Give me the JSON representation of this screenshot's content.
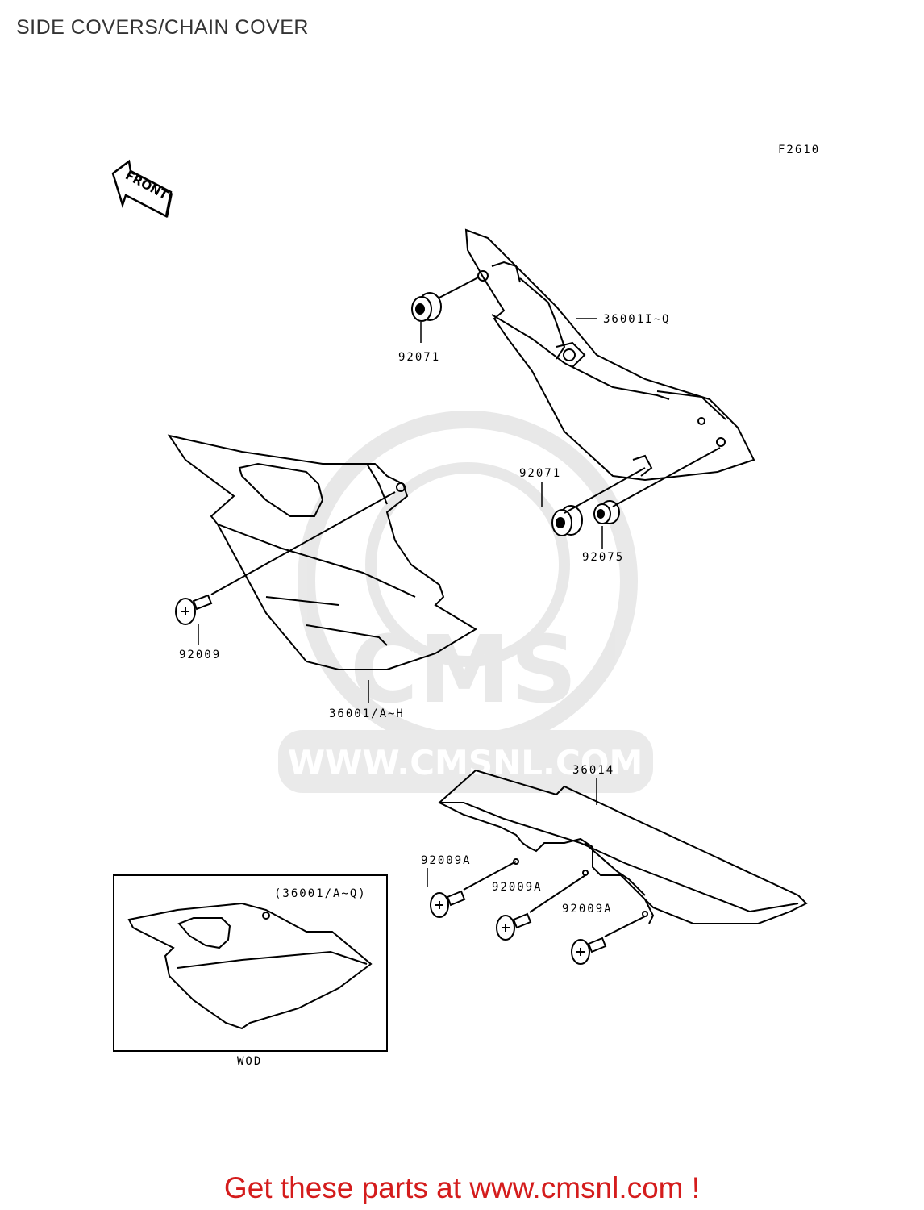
{
  "header": {
    "title": "SIDE COVERS/CHAIN COVER"
  },
  "diagram": {
    "figure_code": "F2610",
    "front_arrow": "FRONT",
    "labels": {
      "right_cover": "36001I~Q",
      "grommet_top": "92071",
      "grommet_mid": "92071",
      "grommet_small": "92075",
      "bolt_left": "92009",
      "left_cover": "36001/A~H",
      "chain_cover": "36014",
      "bolt_a1": "92009A",
      "bolt_a2": "92009A",
      "bolt_a3": "92009A",
      "inset_caption": "(36001/A~Q)",
      "inset_label": "WOD"
    },
    "watermark": {
      "brand": "CMS",
      "url": "WWW.CMSNL.COM"
    }
  },
  "footer": {
    "cta": "Get these parts at www.cmsnl.com !",
    "cta_color": "#d41c1c"
  }
}
